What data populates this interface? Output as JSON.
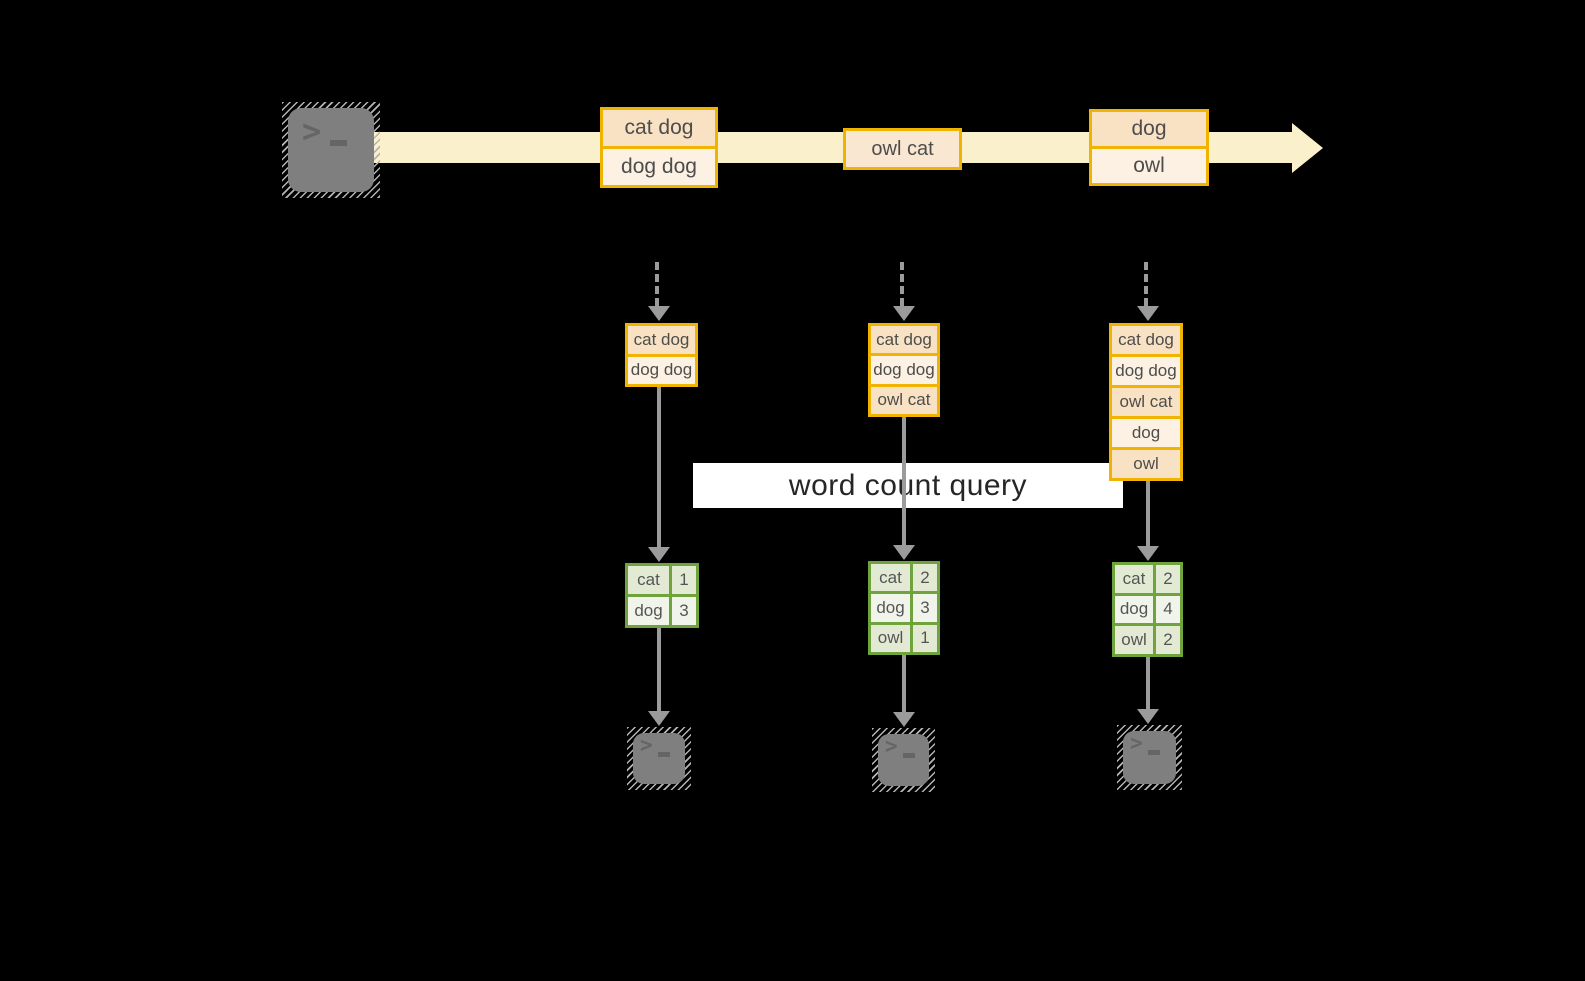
{
  "title": {
    "label": "word count query"
  },
  "colors": {
    "background": "#000000",
    "stream_band": "#faf0cb",
    "amber_border": "#f0b400",
    "fill_peach": "#f9e2c3",
    "fill_cream": "#fcf1e2",
    "fill_peach_light": "#f9e7d1",
    "green_border": "#6fa43c",
    "cell_sage_dark": "#e3ead4",
    "cell_sage_light": "#f1f4eb",
    "connector_gray": "#9b9b9b",
    "terminal_gray": "#7f7f7f"
  },
  "stream": {
    "batch1": {
      "row1": "cat dog",
      "row2": "dog dog"
    },
    "batch2": {
      "row1": "owl cat"
    },
    "batch3": {
      "row1": "dog",
      "row2": "owl"
    }
  },
  "col1": {
    "list": {
      "r1": "cat dog",
      "r2": "dog dog"
    },
    "table": {
      "r1w": "cat",
      "r1c": "1",
      "r2w": "dog",
      "r2c": "3"
    }
  },
  "col2": {
    "list": {
      "r1": "cat dog",
      "r2": "dog dog",
      "r3": "owl cat"
    },
    "table": {
      "r1w": "cat",
      "r1c": "2",
      "r2w": "dog",
      "r2c": "3",
      "r3w": "owl",
      "r3c": "1"
    }
  },
  "col3": {
    "list": {
      "r1": "cat dog",
      "r2": "dog dog",
      "r3": "owl cat",
      "r4": "dog",
      "r5": "owl"
    },
    "table": {
      "r1w": "cat",
      "r1c": "2",
      "r2w": "dog",
      "r2c": "4",
      "r3w": "owl",
      "r3c": "2"
    }
  }
}
